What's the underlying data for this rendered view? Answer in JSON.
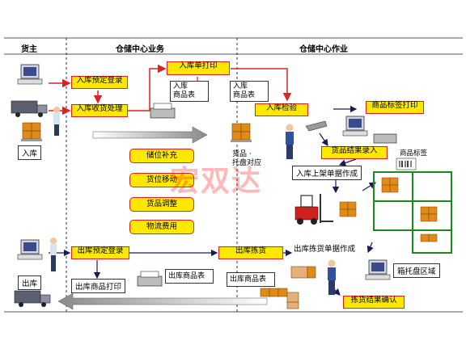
{
  "headers": {
    "shipper": "货主",
    "wms_business": "仓储中心业务",
    "wms_operation": "仓储中心作业"
  },
  "inbound": {
    "pre_register": "入库预定登录",
    "receipt_process": "入库收货处理",
    "print_slip": "入库单打印",
    "doc1": [
      "入库",
      "商品表"
    ],
    "doc2": [
      "入库",
      "商品表"
    ],
    "inspect": "入库检验",
    "label_print": "商品标签打印",
    "result_entry": "货品结果录入",
    "shelf_doc": "入库上架单据作成",
    "goods_label": "商品标签",
    "goods_pallet": [
      "货品 ·",
      "托盘对应"
    ],
    "shipper_label": "入库"
  },
  "center": {
    "replenish": "储位补充",
    "move": "货位移动",
    "adjust": "货品调整",
    "cost": "物流费用"
  },
  "outbound": {
    "pre_register": "出库预定登录",
    "picking": "出库拣货",
    "pick_doc": "出库拣货单据作成",
    "print_list": "出库商品打印",
    "list_doc1": "出库商品表",
    "list_doc2": "出库商品表",
    "pick_confirm": "拣货结果确认",
    "shipper_label": "出库"
  },
  "pallet_area": "箱托盘区域",
  "watermark": "宏双达",
  "colors": {
    "box_fill": "#ffe800",
    "box_border": "#e02020",
    "arrow_red": "#e02020",
    "arrow_dark": "#1a1a5a",
    "grid_green": "#1a8a1a"
  }
}
